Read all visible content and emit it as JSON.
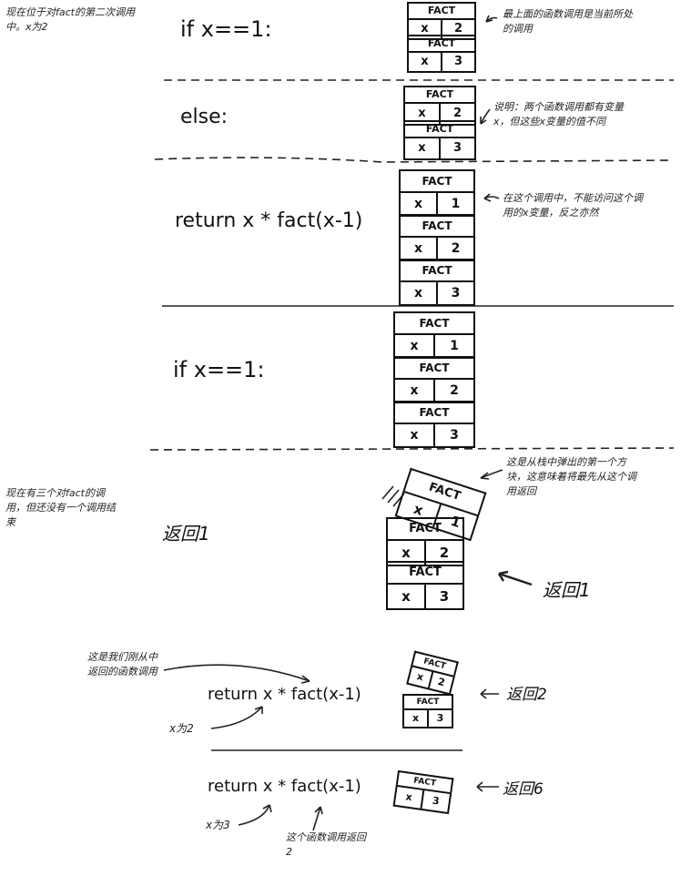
{
  "code_lines": {
    "if1": "if x==1:",
    "else1": "else:",
    "return1": "return x * fact(x-1)",
    "if2": "if x==1:",
    "return_label": "返回1",
    "return3": "return x * fact(x-1)",
    "return4": "return x * fact(x-1)"
  },
  "frame_labels": {
    "title": "FACT",
    "var": "x"
  },
  "stacks": {
    "s1": [
      "2",
      "3"
    ],
    "s2": [
      "2",
      "3"
    ],
    "s3": [
      "1",
      "2",
      "3"
    ],
    "s4": [
      "1",
      "2",
      "3"
    ],
    "s5_popped": "1",
    "s5": [
      "2",
      "3"
    ],
    "s6_popped": "2",
    "s6": [
      "3"
    ],
    "s7_popped": "3"
  },
  "notes": {
    "top_left": "现在位于对fact的第二次调用中。x为2",
    "topmost": "最上面的函数调用是当前所处的调用",
    "explain": "说明：两个函数调用都有变量x，但这些x变量的值不同",
    "no_access": "在这个调用中，不能访问这个调用的x变量，反之亦然",
    "three_calls": "现在有三个对fact的调用，但还没有一个调用结束",
    "first_popped": "这是从栈中弹出的第一个方块，这意味着将最先从这个调用返回",
    "return1_right": "返回1",
    "just_returned": "这是我们刚从中返回的函数调用",
    "x_is_2": "x为2",
    "return2": "返回2",
    "x_is_3": "x为3",
    "this_returns_2": "这个函数调用返回2",
    "return6": "返回6"
  }
}
